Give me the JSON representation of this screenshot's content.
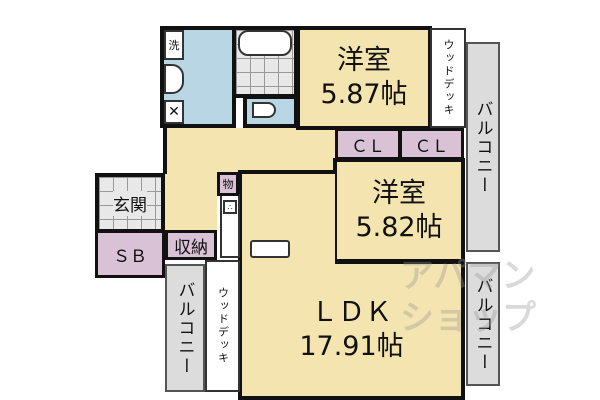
{
  "rooms": {
    "western1": {
      "name": "洋室",
      "size": "5.87帖"
    },
    "western2": {
      "name": "洋室",
      "size": "5.82帖"
    },
    "ldk": {
      "name": "ＬＤＫ",
      "size": "17.91帖"
    },
    "closet1": "ＣＬ",
    "closet2": "ＣＬ",
    "entrance": "玄関",
    "shoebox": "ＳＢ",
    "storage": "収納",
    "storage_small": "物",
    "laundry": "洗",
    "wood_deck_top": "ウッドデッキ",
    "wood_deck_bottom": "ウッドデッキ",
    "balcony_right_top": "バルコニー",
    "balcony_right_bottom": "バルコニー",
    "balcony_left": "バルコニー"
  },
  "watermark": "アパマンショップ",
  "colors": {
    "room": "#f4e4b0",
    "wet_area": "#b9d6e4",
    "closet": "#d9c1d6",
    "balcony": "#dcdcdc"
  }
}
